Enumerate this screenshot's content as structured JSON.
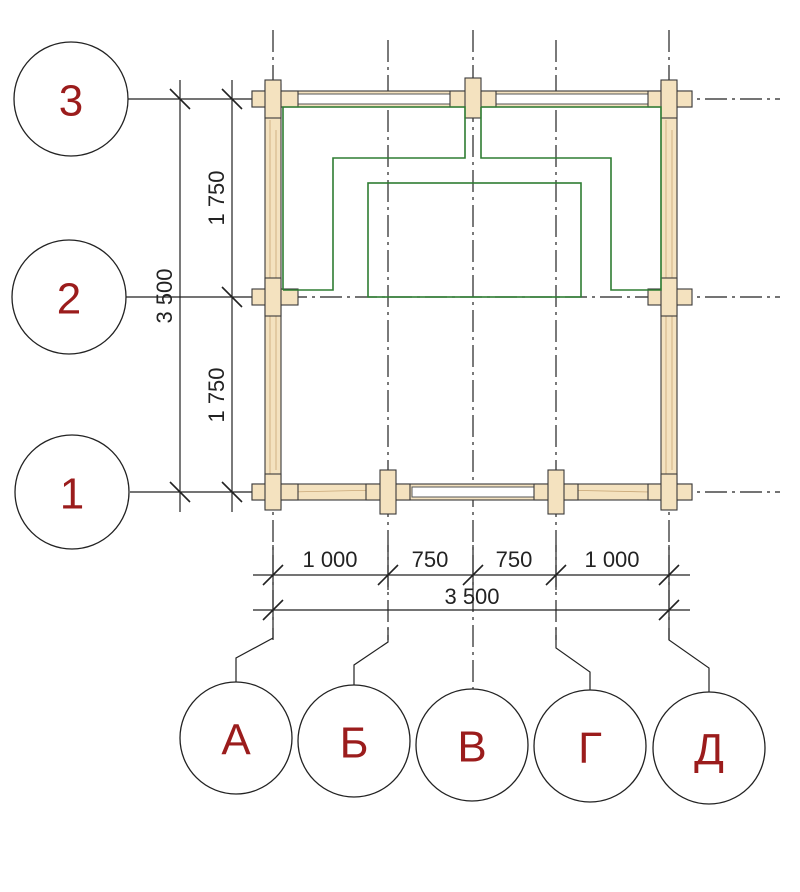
{
  "row_axes": [
    "3",
    "2",
    "1"
  ],
  "column_axes": [
    "А",
    "Б",
    "В",
    "Г",
    "Д"
  ],
  "dimensions": {
    "horizontal_segments": [
      "1 000",
      "750",
      "750",
      "1 000"
    ],
    "horizontal_total": "3 500",
    "vertical_segments": [
      "1 750",
      "1 750"
    ],
    "vertical_total": "3 500"
  },
  "colors": {
    "axis_label": "#9b1c1c",
    "log_wall": "#f4e2bf",
    "stair_outline": "#2e7d32",
    "line": "#222222"
  }
}
